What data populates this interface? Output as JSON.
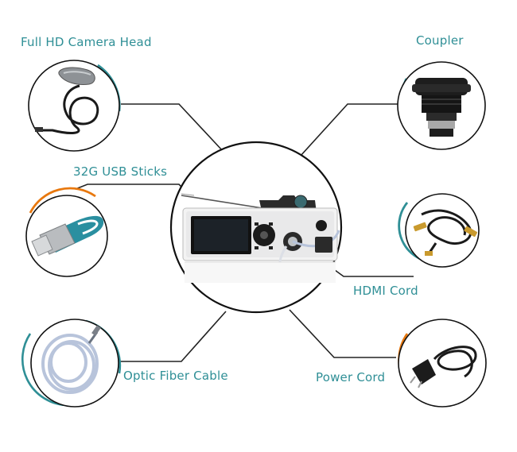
{
  "accessories": {
    "camera_head": "Full HD Camera Head",
    "coupler": "Coupler",
    "usb_sticks": "32G USB Sticks",
    "hdmi_cord": "HDMI Cord",
    "fiber_cable": "Optic Fiber Cable",
    "power_cord": "Power Cord"
  },
  "colors": {
    "label": "#2f8f96",
    "teal_arc": "#2f8f96",
    "orange_arc": "#e8780e",
    "line": "#222222"
  },
  "icons": [
    "camera-head-icon",
    "coupler-icon",
    "usb-stick-icon",
    "hdmi-cord-icon",
    "fiber-cable-icon",
    "power-cord-icon",
    "endoscope-console-icon"
  ]
}
